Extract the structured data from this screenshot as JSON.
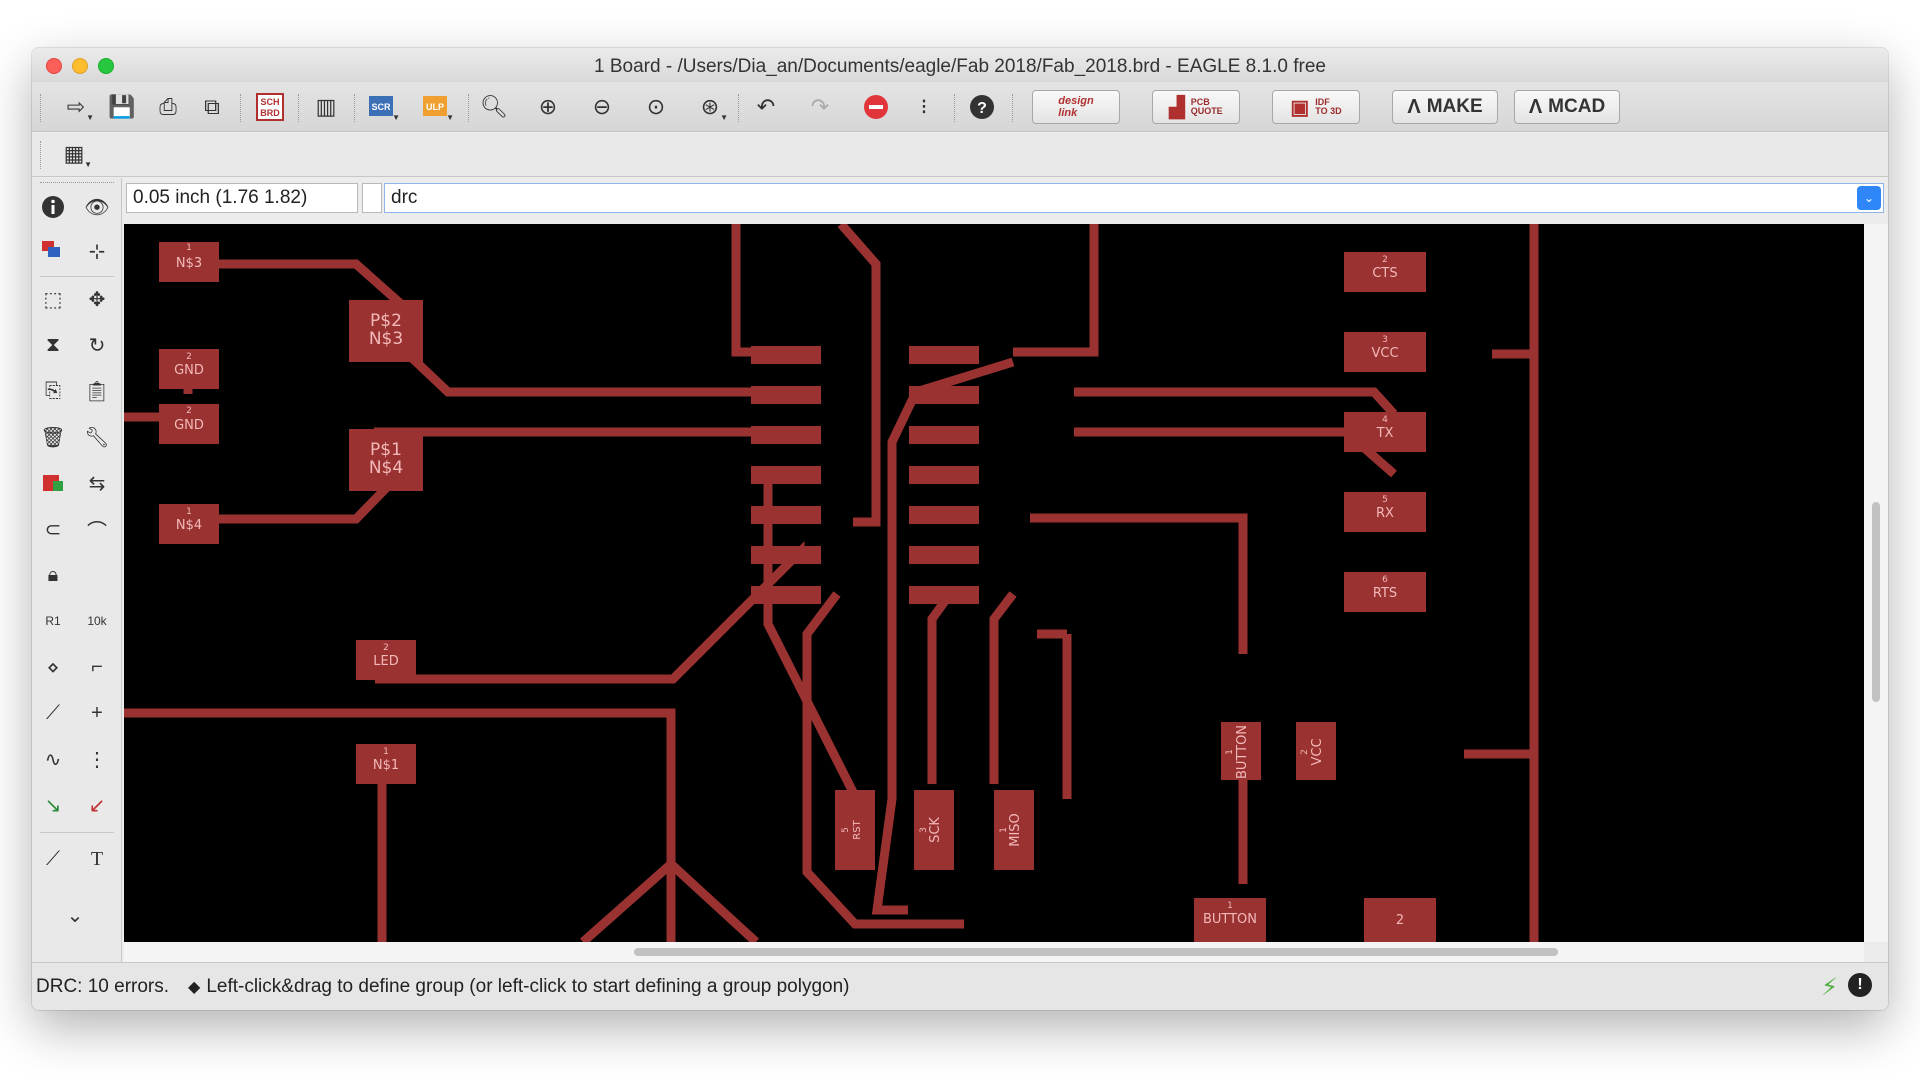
{
  "window": {
    "title": "1 Board - /Users/Dia_an/Documents/eagle/Fab 2018/Fab_2018.brd - EAGLE 8.1.0 free"
  },
  "toolbar": {
    "design_link": {
      "line1": "design",
      "line2": "link"
    },
    "pcb_quote": {
      "line1": "PCB",
      "line2": "QUOTE"
    },
    "idf": {
      "line1": "IDF",
      "line2": "TO 3D"
    },
    "make": "MAKE",
    "mcad": "MCAD",
    "sch_brd": {
      "line1": "SCH",
      "line2": "BRD"
    },
    "scr": "SCR",
    "ulp": "ULP"
  },
  "coord_display": "0.05 inch (1.76 1.82)",
  "command_input": "drc",
  "status": {
    "drc": "DRC: 10 errors.",
    "message": "Left-click&drag to define group (or left-click to start defining a group polygon)"
  },
  "colors": {
    "trace": "#9b3232",
    "background": "#000000",
    "pad_label": "#f3b9b9"
  },
  "board": {
    "labels": {
      "n3": "N$3",
      "p2": "P$2",
      "n3b": "N$3",
      "gnd1": "GND",
      "gnd2": "GND",
      "p1": "P$1",
      "n4": "N$4",
      "n4b": "N$4",
      "led": "LED",
      "n1": "N$1",
      "cts": "CTS",
      "vcc": "VCC",
      "tx": "TX",
      "rx": "RX",
      "rts": "RTS",
      "button1": "BUTTON",
      "vcc2": "VCC",
      "button2": "BUTTON",
      "pad2": "2",
      "sck": "SCK",
      "miso": "MISO",
      "rst": "RST"
    },
    "numbers": {
      "n3": "1",
      "gnd1": "2",
      "gnd2": "2",
      "n4": "1",
      "led": "2",
      "n1": "1",
      "cts": "2",
      "vcc": "3",
      "tx": "4",
      "rx": "5",
      "rts": "6",
      "button2": "1",
      "button1": "1",
      "vcc2": "2",
      "sck": "3",
      "miso": "1",
      "rst": "5"
    }
  }
}
